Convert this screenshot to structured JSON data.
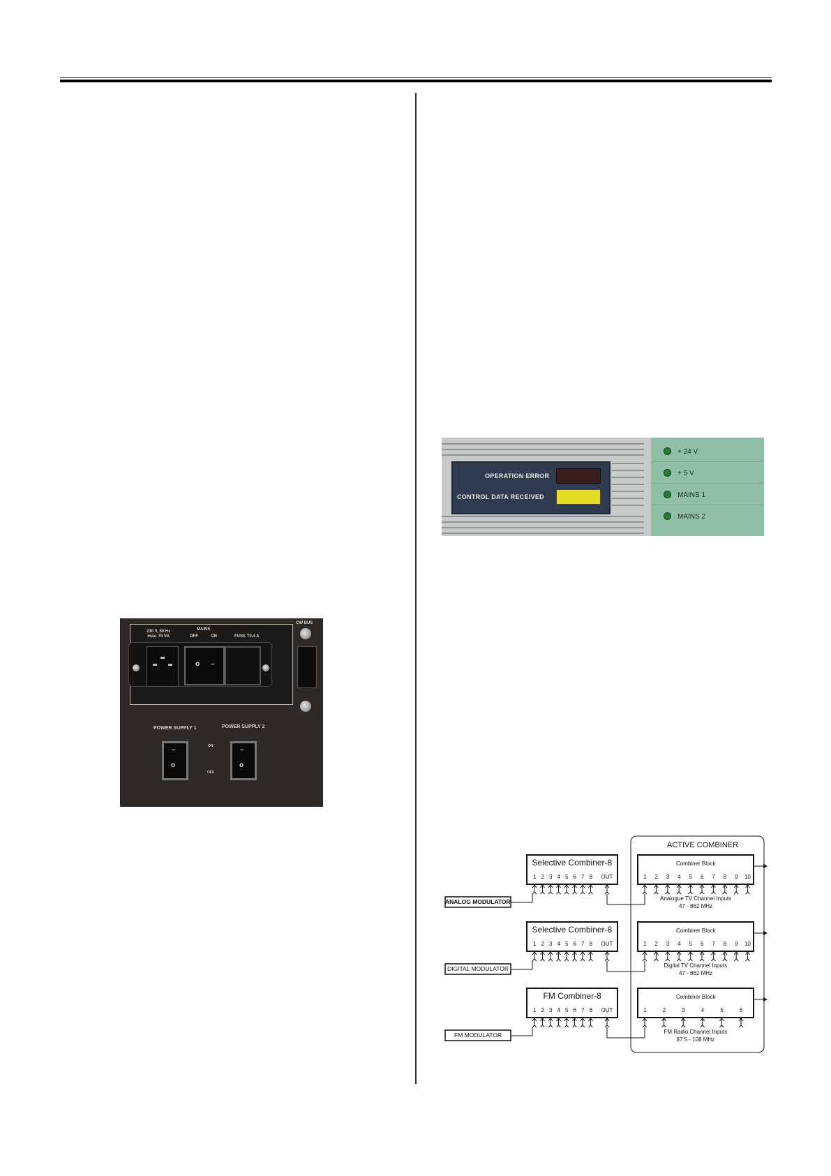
{
  "rear_panel": {
    "rating": "230 V, 50 Hz\nmax. 75 VA",
    "mains_label": "MAINS",
    "off_label": "OFF",
    "on_label": "ON",
    "fuse_label": "FUSE T0.4 A",
    "cw_bus_label": "CW BUS",
    "power_supply_1": "POWER SUPPLY 1",
    "power_supply_2": "POWER SUPPLY 2",
    "on_small": "ON",
    "off_small": "OFF"
  },
  "indicator_panel": {
    "operation_error": "OPERATION ERROR",
    "control_data_received": "CONTROL DATA RECEIVED",
    "status_rows": [
      "+ 24 V",
      "+ 5 V",
      "MAINS 1",
      "MAINS 2"
    ]
  },
  "diagram": {
    "active_combiner_title": "ACTIVE COMBINER",
    "combiner_block_label": "Combiner Block",
    "out_label": "OUT",
    "rows": [
      {
        "modulator": "ANALOG MODULATOR",
        "combiner": "Selective Combiner-8",
        "combiner_ports": [
          "1",
          "2",
          "3",
          "4",
          "5",
          "6",
          "7",
          "8"
        ],
        "block_ports": [
          "1",
          "2",
          "3",
          "4",
          "5",
          "6",
          "7",
          "8",
          "9",
          "10"
        ],
        "caption_line1": "Analogue TV Channel Inputs",
        "caption_line2": "47 - 862 MHz"
      },
      {
        "modulator": "DIGITAL MODULATOR",
        "combiner": "Selective Combiner-8",
        "combiner_ports": [
          "1",
          "2",
          "3",
          "4",
          "5",
          "6",
          "7",
          "8"
        ],
        "block_ports": [
          "1",
          "2",
          "3",
          "4",
          "5",
          "6",
          "7",
          "8",
          "9",
          "10"
        ],
        "caption_line1": "Digital TV Channel Inputs",
        "caption_line2": "47 - 862 MHz"
      },
      {
        "modulator": "FM MODULATOR",
        "combiner": "FM Combiner-8",
        "combiner_ports": [
          "1",
          "2",
          "3",
          "4",
          "5",
          "6",
          "7",
          "8"
        ],
        "block_ports": [
          "1",
          "2",
          "3",
          "4",
          "5",
          "6"
        ],
        "caption_line1": "FM Radio Channel Inputs",
        "caption_line2": "87.5 - 108 MHz"
      }
    ]
  }
}
